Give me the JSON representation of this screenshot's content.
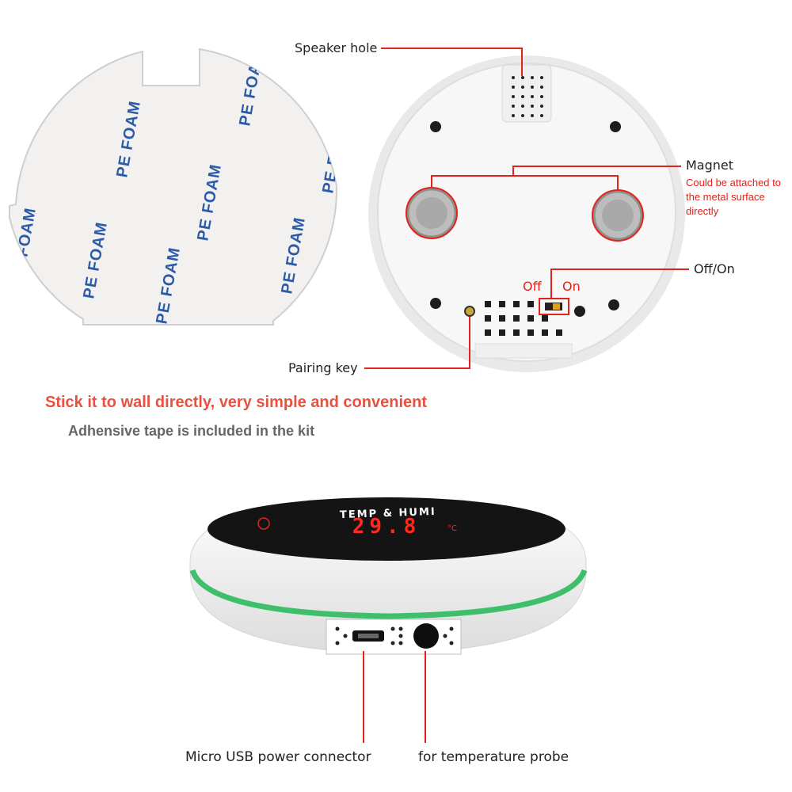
{
  "tape": {
    "material_label": "PE FOAM"
  },
  "back_view": {
    "callouts": {
      "speaker_hole": "Speaker hole",
      "magnet": "Magnet",
      "magnet_note": "Could be attached to the metal surface directly",
      "off_on": "Off/On",
      "pairing_key": "Pairing key"
    },
    "switch_labels": {
      "off": "Off",
      "on": "On"
    }
  },
  "captions": {
    "headline": "Stick it to wall directly, very simple and convenient",
    "subline": "Adhensive tape is included in the kit"
  },
  "front_view": {
    "display_title": "TEMP & HUMI",
    "display_value": "29.8",
    "display_unit": "°C",
    "callouts": {
      "usb": "Micro USB power connector",
      "probe": "for temperature probe"
    }
  },
  "colors": {
    "callout_line": "#e2231a",
    "headline": "#e8513f",
    "tape_text": "#2a5aa8",
    "led": "#ff2a1f",
    "ring": "#3fbf6b"
  }
}
